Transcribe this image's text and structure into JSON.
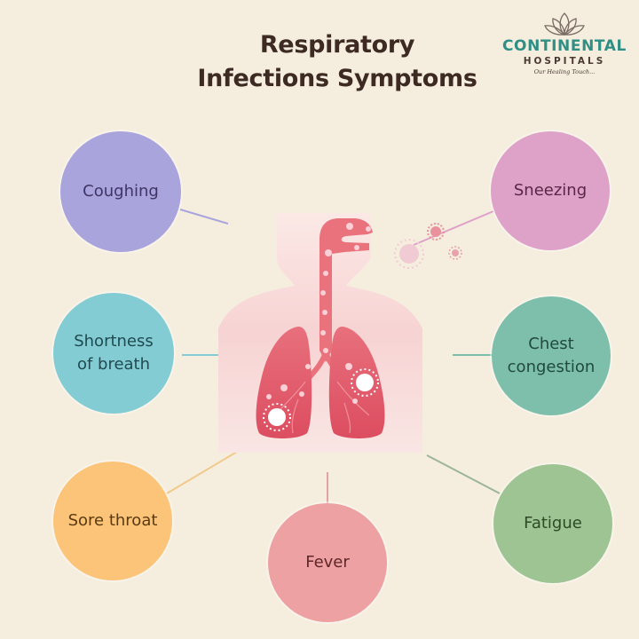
{
  "header": {
    "title_line1": "Respiratory",
    "title_line2": "Infections Symptoms"
  },
  "logo": {
    "icon": "lotus-icon",
    "name": "CONTINENTAL",
    "subtitle": "HOSPITALS",
    "tagline": "Our Healing Touch..."
  },
  "center_illustration": {
    "icon": "respiratory-system-lungs-icon",
    "virus_icon": "virus-particle-icon"
  },
  "symptoms": [
    {
      "id": "coughing",
      "label": "Coughing",
      "color": "#a9a4dc",
      "text_color": "#3e3566"
    },
    {
      "id": "sneezing",
      "label": "Sneezing",
      "color": "#dea2c8",
      "text_color": "#5a2646"
    },
    {
      "id": "shortness-of-breath",
      "label_line1": "Shortness",
      "label_line2": "of breath",
      "color": "#84ccd3",
      "text_color": "#1f4a4f"
    },
    {
      "id": "chest-congestion",
      "label_line1": "Chest",
      "label_line2": "congestion",
      "color": "#7ebfab",
      "text_color": "#1f4a3c"
    },
    {
      "id": "sore-throat",
      "label": "Sore throat",
      "color": "#fbc478",
      "text_color": "#5a3a12"
    },
    {
      "id": "fever",
      "label": "Fever",
      "color": "#eda1a3",
      "text_color": "#5e2628"
    },
    {
      "id": "fatigue",
      "label": "Fatigue",
      "color": "#9fc494",
      "text_color": "#2c4a24"
    }
  ],
  "colors": {
    "background": "#f5eedf",
    "title": "#3d2a22",
    "logo_teal": "#2f8f85",
    "lung": "#e2596b",
    "body_silhouette": "#f7d6d6"
  }
}
